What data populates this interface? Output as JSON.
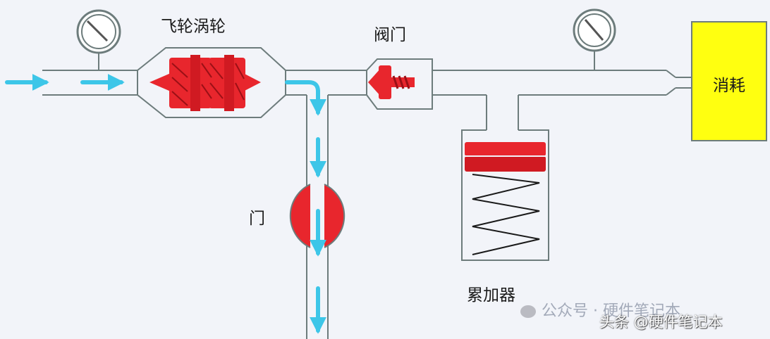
{
  "labels": {
    "flywheel_turbine": "飞轮涡轮",
    "valve": "阀门",
    "door": "门",
    "accumulator": "累加器",
    "consumer": "消耗"
  },
  "watermark": {
    "source": "公众号 · 硬件笔记本",
    "credit": "头条 @硬件笔记本"
  },
  "colors": {
    "background": "#f2f4f9",
    "pipe_line": "#6d7c7c",
    "component_red": "#e8262d",
    "flow_arrow": "#3dc6e8",
    "consumer_fill": "#ffff10"
  },
  "icons": [
    "pressure-gauge-icon",
    "flow-arrow-icon",
    "wechat-icon"
  ]
}
